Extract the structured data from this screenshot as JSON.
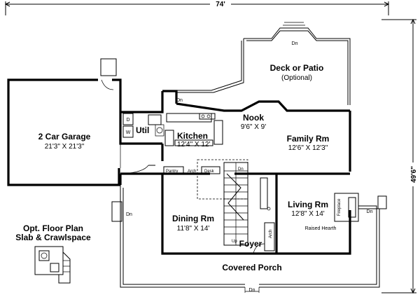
{
  "overall": {
    "width_label": "74'",
    "depth_label": "49'6\""
  },
  "rooms": {
    "deck": {
      "name": "Deck or Patio",
      "note": "(Optional)"
    },
    "garage": {
      "name": "2 Car Garage",
      "dim": "21'3\" X 21'3\""
    },
    "nook": {
      "name": "Nook",
      "dim": "9'6\" X 9'"
    },
    "kitchen": {
      "name": "Kitchen",
      "dim": "12'4\" X 12'"
    },
    "family": {
      "name": "Family Rm",
      "dim": "12'6\" X 12'3\""
    },
    "living": {
      "name": "Living Rm",
      "dim": "12'8\" X 14'"
    },
    "dining": {
      "name": "Dining Rm",
      "dim": "11'8\" X 14'"
    },
    "foyer": {
      "name": "Foyer"
    },
    "porch": {
      "name": "Covered Porch"
    }
  },
  "labels": {
    "dn": "Dn",
    "up": "Up",
    "util": "Util",
    "d": "D",
    "w": "W",
    "pantry": "Pantry",
    "arch": "Arch",
    "desk": "Desk",
    "fireplace": "Fireplace",
    "raised_hearth": "Raised Hearth"
  },
  "option_plan": {
    "line1": "Opt. Floor Plan",
    "line2": "Slab & Crawlspace"
  }
}
